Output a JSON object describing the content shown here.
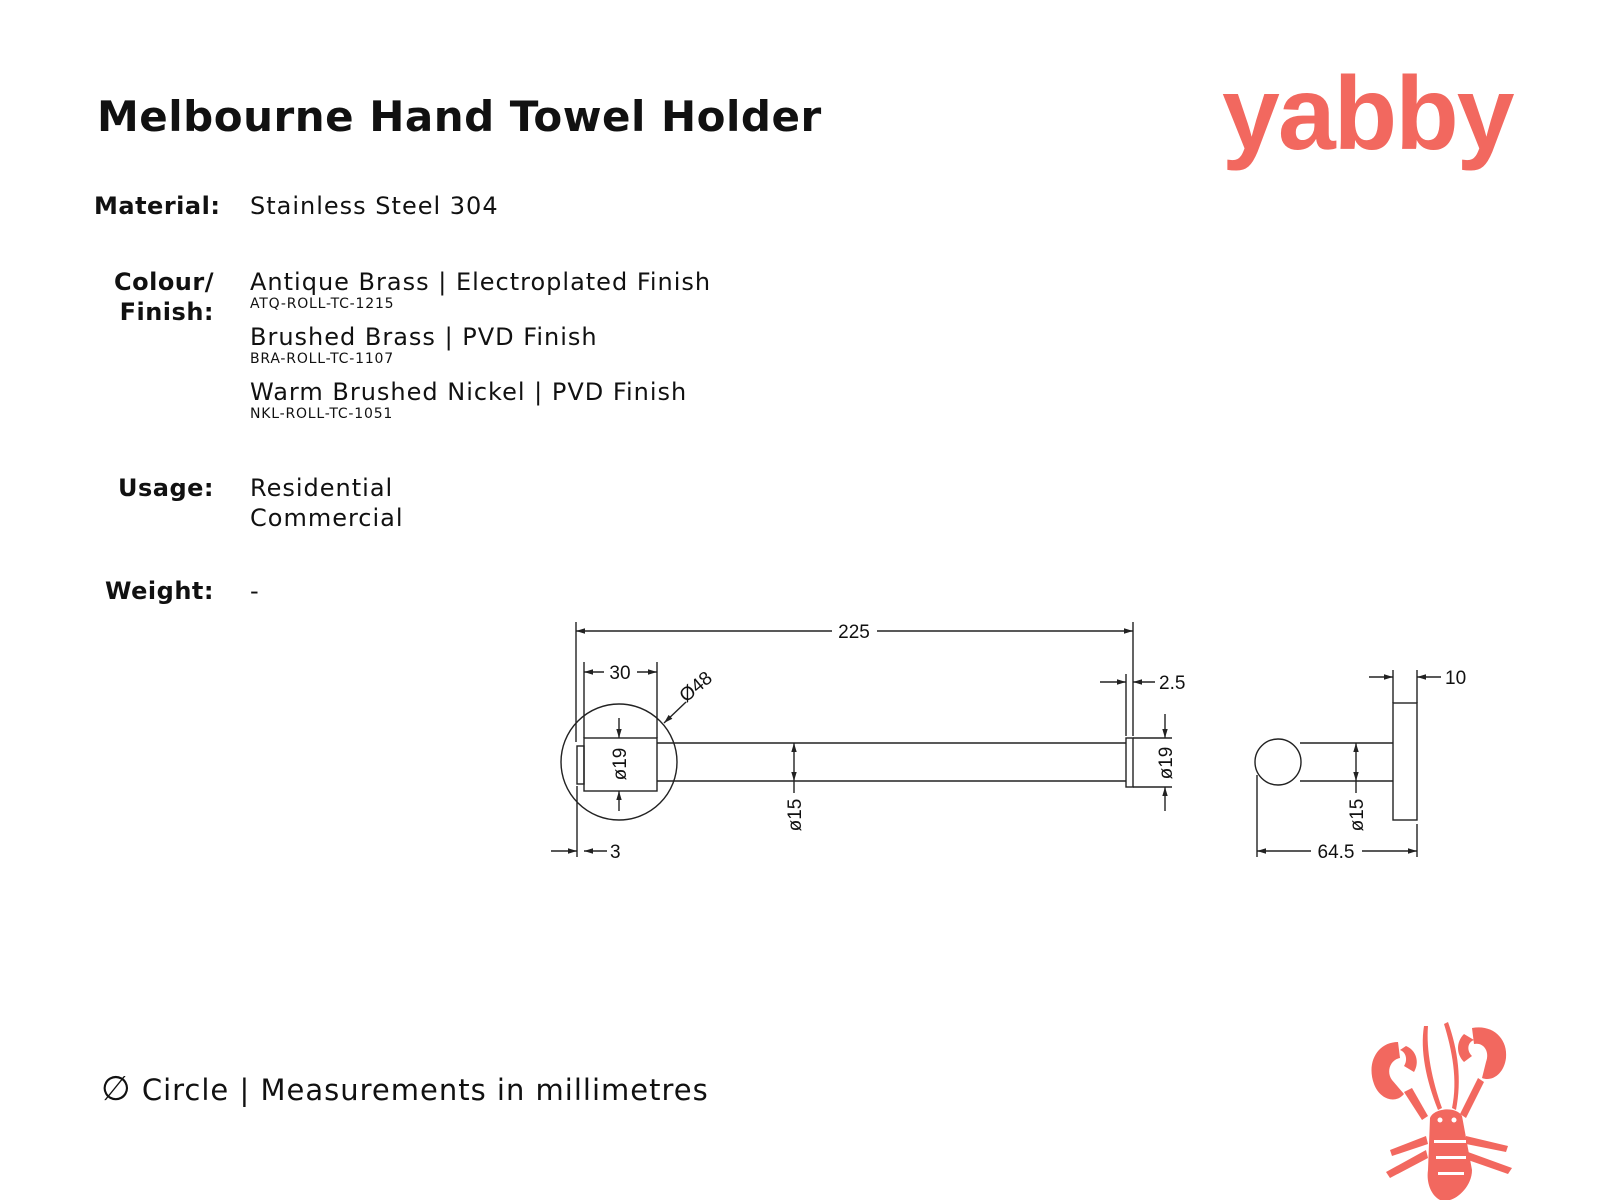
{
  "title": "Melbourne Hand Towel Holder",
  "brand": "yabby",
  "brand_color": "#f2685f",
  "specs": {
    "material": {
      "label": "Material:",
      "value": "Stainless Steel 304"
    },
    "colour_finish": {
      "label_line1": "Colour/",
      "label_line2": "Finish:",
      "options": [
        {
          "name": "Antique Brass | Electroplated Finish",
          "code": "ATQ-ROLL-TC-1215"
        },
        {
          "name": "Brushed Brass | PVD Finish",
          "code": "BRA-ROLL-TC-1107"
        },
        {
          "name": "Warm Brushed Nickel | PVD Finish",
          "code": "NKL-ROLL-TC-1051"
        }
      ]
    },
    "usage": {
      "label": "Usage:",
      "values": [
        "Residential",
        "Commercial"
      ]
    },
    "weight": {
      "label": "Weight:",
      "value": "-"
    }
  },
  "drawing": {
    "front": {
      "length": "225",
      "backplate_depth": "30",
      "backplate_dia": "Ø48",
      "end_cap": "2.5",
      "end_dia": "ø19",
      "collar_dia": "ø19",
      "bar_dia": "ø15",
      "wall_offset": "3"
    },
    "side": {
      "plate_thickness": "10",
      "bar_dia": "ø15",
      "projection": "64.5"
    }
  },
  "footer": {
    "symbol": "∅",
    "text": "Circle | Measurements in millimetres"
  },
  "icons": {
    "mascot": "lobster-icon"
  }
}
